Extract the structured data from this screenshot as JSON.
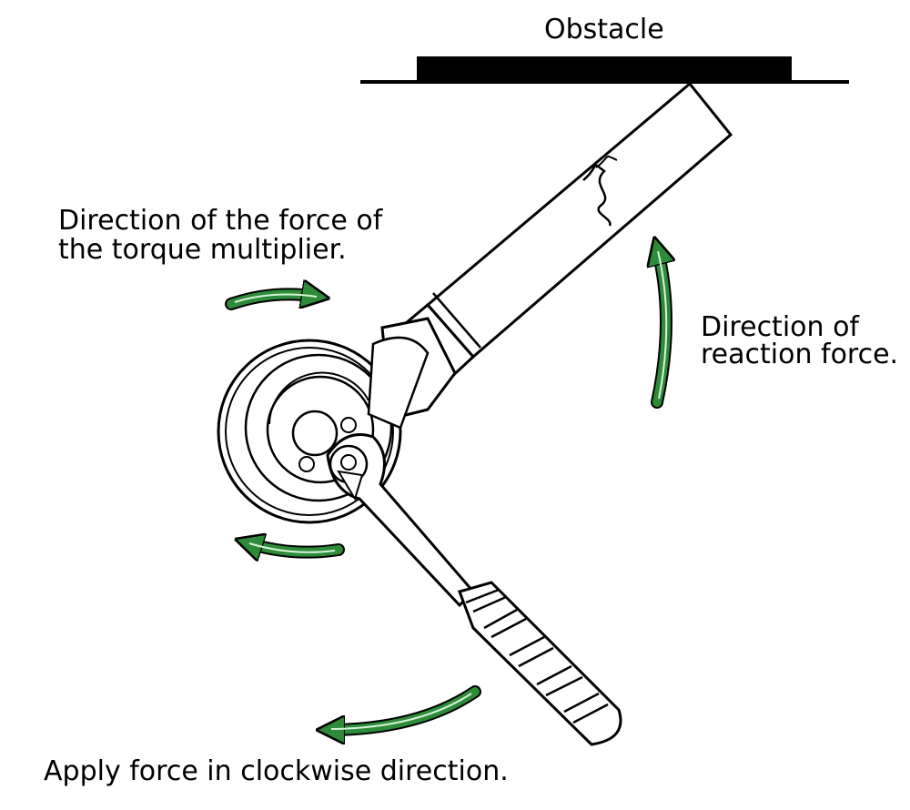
{
  "labels": {
    "obstacle": "Obstacle",
    "torque_line1": "Direction of the force of",
    "torque_line2": "the torque multiplier.",
    "reaction_line1": "Direction of",
    "reaction_line2": "reaction force.",
    "apply": "Apply force in clockwise direction."
  },
  "colors": {
    "arrow_fill": "#2e8b3a",
    "arrow_highlight": "#d6f5d6",
    "outline": "#000000"
  },
  "icons": {
    "arrows": "curved-arrow-icon",
    "tool": "torque-multiplier-with-ratchet-handle"
  }
}
